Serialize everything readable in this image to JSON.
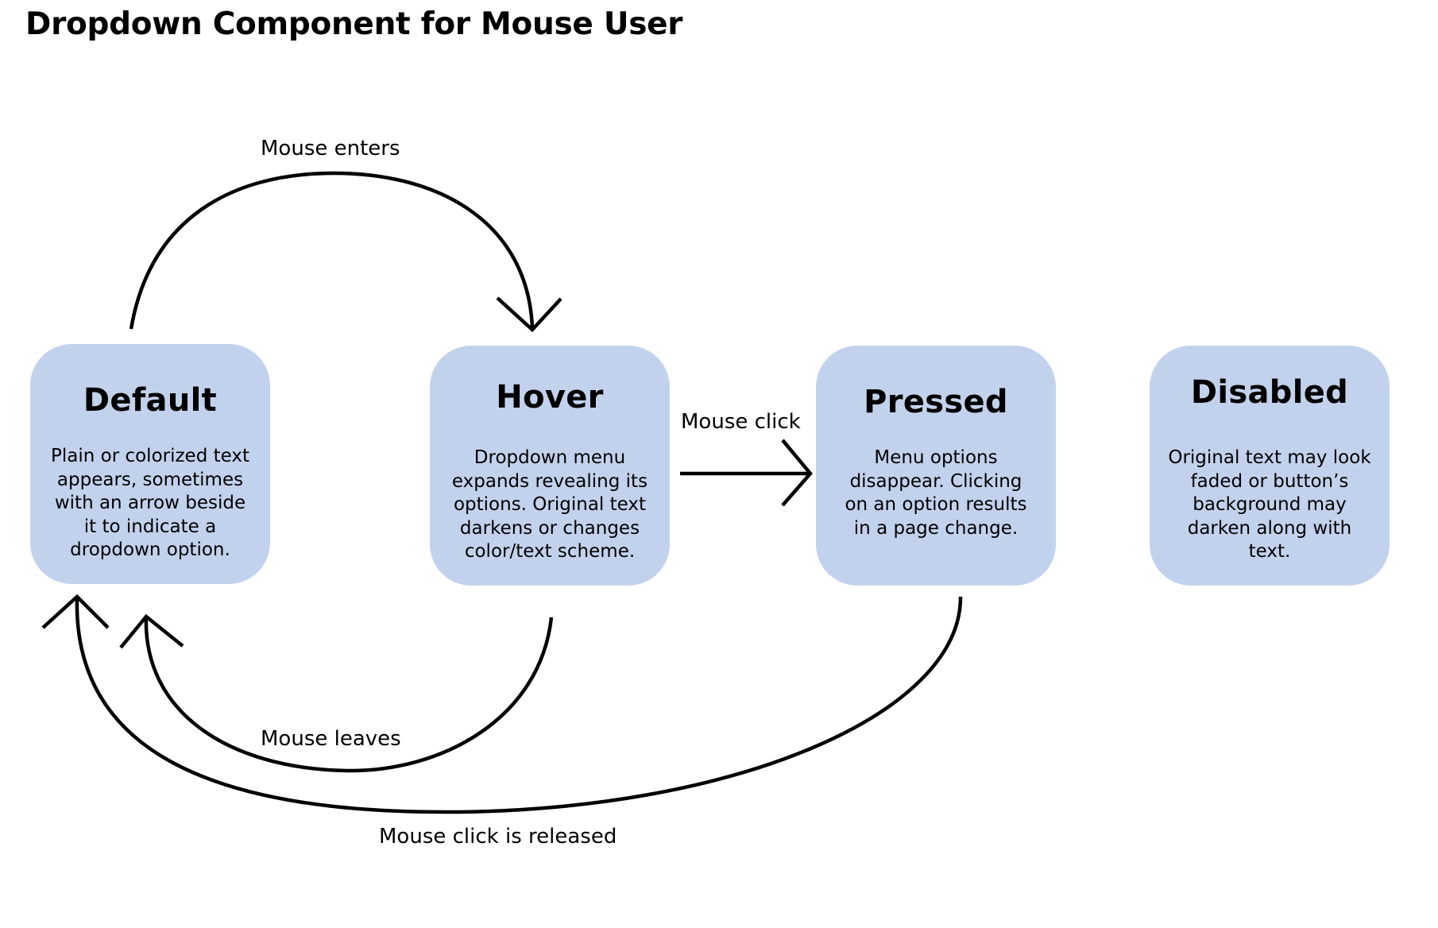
{
  "title": "Dropdown Component for Mouse User",
  "colors": {
    "card_background": "#c2d2ec",
    "arrow_stroke": "#000000",
    "text": "#000000"
  },
  "states": [
    {
      "name": "Default",
      "description": "Plain or colorized text\nappears, sometimes\nwith an arrow beside\nit to indicate a\ndropdown option."
    },
    {
      "name": "Hover",
      "description": "Dropdown menu\nexpands revealing its\noptions. Original text\ndarkens or changes\ncolor/text scheme."
    },
    {
      "name": "Pressed",
      "description": "Menu options\ndisappear. Clicking\non an option results\nin a page change."
    },
    {
      "name": "Disabled",
      "description": "Original text may look\nfaded or button’s\nbackground may\ndarken along with\ntext."
    }
  ],
  "transitions": [
    {
      "label": "Mouse enters",
      "from": "Default",
      "to": "Hover"
    },
    {
      "label": "Mouse click",
      "from": "Hover",
      "to": "Pressed"
    },
    {
      "label": "Mouse leaves",
      "from": "Hover",
      "to": "Default"
    },
    {
      "label": "Mouse click is released",
      "from": "Pressed",
      "to": "Default"
    }
  ]
}
